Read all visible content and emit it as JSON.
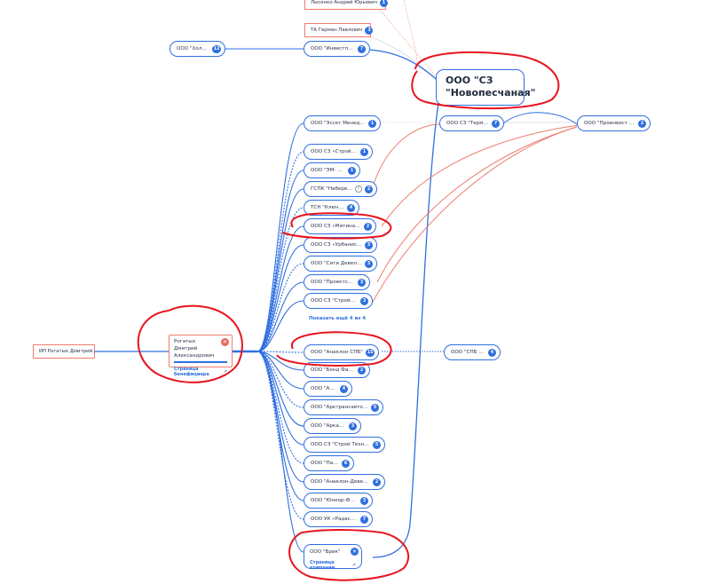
{
  "top": {
    "lysenko": {
      "label": "Лысенко Андрей Юрьевич",
      "badge": "1"
    },
    "ta": {
      "label": "ТА Герман Павлович",
      "badge": "3"
    },
    "holding": {
      "label": "ООО \"Холдинг...",
      "badge": "12"
    },
    "investprofi": {
      "label": "ООО \"Инвестпрофи\"",
      "badge": "7"
    }
  },
  "focus": {
    "title": "ООО \"СЗ\n\"Новопесчаная\""
  },
  "right_nodes": {
    "terminal": {
      "label": "ООО СЗ \"Терминал\"",
      "badge": "7"
    },
    "proinvest": {
      "label": "ООО \"Проинвест Бизнес\"",
      "badge": "2"
    },
    "spb_invest": {
      "label": "ООО \"СПБ Инвест\"",
      "badge": "4"
    }
  },
  "left": {
    "ip_node": {
      "label": "ИП Рогатых Дмитрий..."
    },
    "person_card": {
      "name": "Рогатых Дмитрий Александрович",
      "link": "Страница бенефициара"
    }
  },
  "companies": [
    {
      "label": "ООО \"Эссет Менеджмент\"",
      "badge": "1"
    },
    {
      "label": "ООО СЗ «Стройнафта»",
      "badge": "1"
    },
    {
      "label": "ООО \"ЭМ- Инвест\"",
      "badge": "1"
    },
    {
      "label": "ГСПК \"Набережная...",
      "badge": "2"
    },
    {
      "label": "ТСН \"Ключевая...",
      "badge": "4"
    },
    {
      "label": "ООО СЗ «Митина Град»",
      "badge": "2"
    },
    {
      "label": "ООО СЗ «Урбанистика»",
      "badge": "3"
    },
    {
      "label": "ООО \"Сити Девелопмент\"",
      "badge": "3"
    },
    {
      "label": "ООО \"Проектстрой\"",
      "badge": "3"
    },
    {
      "label": "ООО СЗ \"Стройпроект\"",
      "badge": "3"
    }
  ],
  "show_more": "Показать ещё 4 из 4",
  "companies_lower": [
    {
      "label": "ООО \"Анаклон СПБ\"",
      "badge": "15"
    },
    {
      "label": "ООО \"Бонд Файнанс\"",
      "badge": "2"
    },
    {
      "label": "ООО \"Аэой\"",
      "badge": "4"
    },
    {
      "label": "ООО \"Арктрансавто Плюс\"",
      "badge": "5"
    },
    {
      "label": "ООО \"Аркаренда\"",
      "badge": "3"
    },
    {
      "label": "ООО СЗ \"Строй Технологии\"",
      "badge": "5"
    },
    {
      "label": "ООО \"Пари\"",
      "badge": "6"
    },
    {
      "label": "ООО \"Анаклон-Девелопм...",
      "badge": "2"
    },
    {
      "label": "ООО \"Юнкор-Финанс\"",
      "badge": "3"
    },
    {
      "label": "ООО УК «Радасервис»",
      "badge": "7"
    }
  ],
  "brik_card": {
    "name": "ООО \"Брик\"",
    "link": "Страница компании"
  },
  "colors": {
    "blue": "#2f6fe0",
    "salmon": "#ee7d6d",
    "annotation_red": "#e8131d"
  },
  "icons": [
    "close-icon",
    "external-link-icon",
    "warning-icon"
  ]
}
